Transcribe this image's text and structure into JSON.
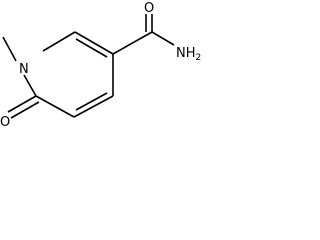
{
  "molecule": {
    "atoms": {
      "n1": "N",
      "o_carbonyl": "O",
      "o_amide": "O",
      "nh2": "NH",
      "nh2_sub": "2"
    }
  }
}
